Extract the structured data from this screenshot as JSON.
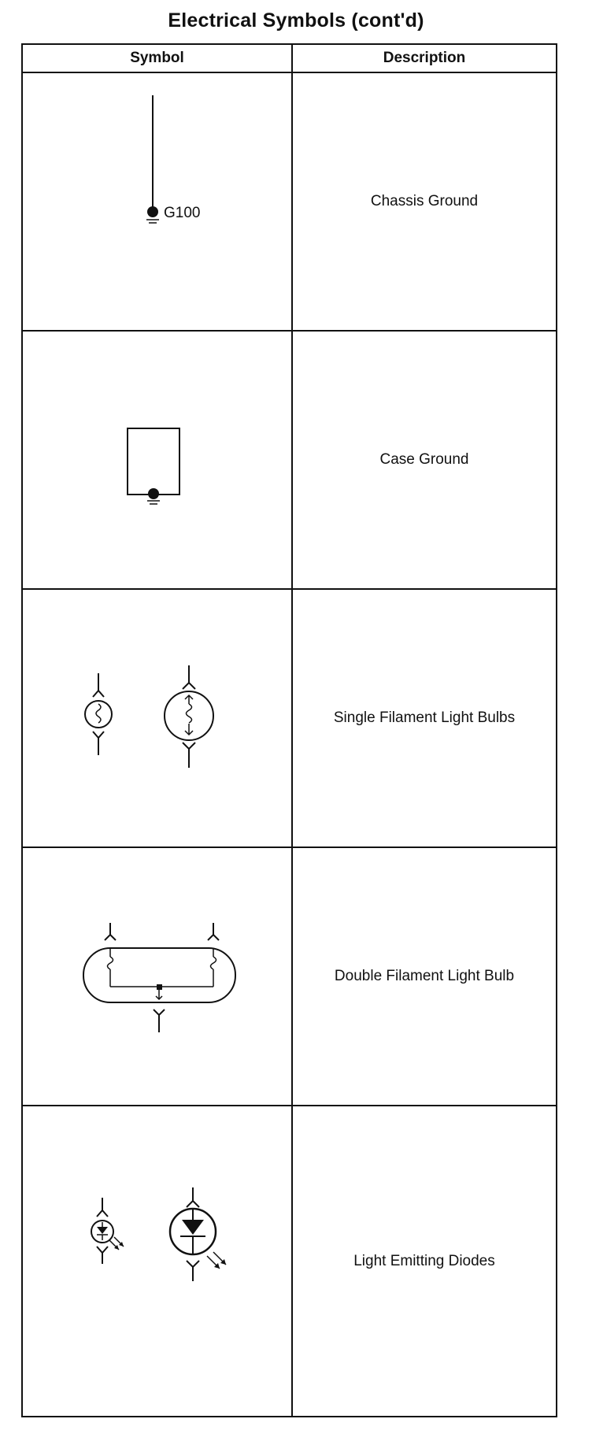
{
  "title": "Electrical Symbols (cont'd)",
  "table": {
    "headers": {
      "symbol": "Symbol",
      "description": "Description"
    },
    "rows": [
      {
        "description": "Chassis Ground",
        "symbol_label": "G100",
        "symbol_icon": "chassis-ground-icon"
      },
      {
        "description": "Case Ground",
        "symbol_icon": "case-ground-icon"
      },
      {
        "description": "Single Filament Light Bulbs",
        "symbol_icon": "single-filament-bulb-icon"
      },
      {
        "description": "Double Filament Light Bulb",
        "symbol_icon": "double-filament-bulb-icon"
      },
      {
        "description": "Light Emitting Diodes",
        "symbol_icon": "led-icon"
      }
    ]
  }
}
